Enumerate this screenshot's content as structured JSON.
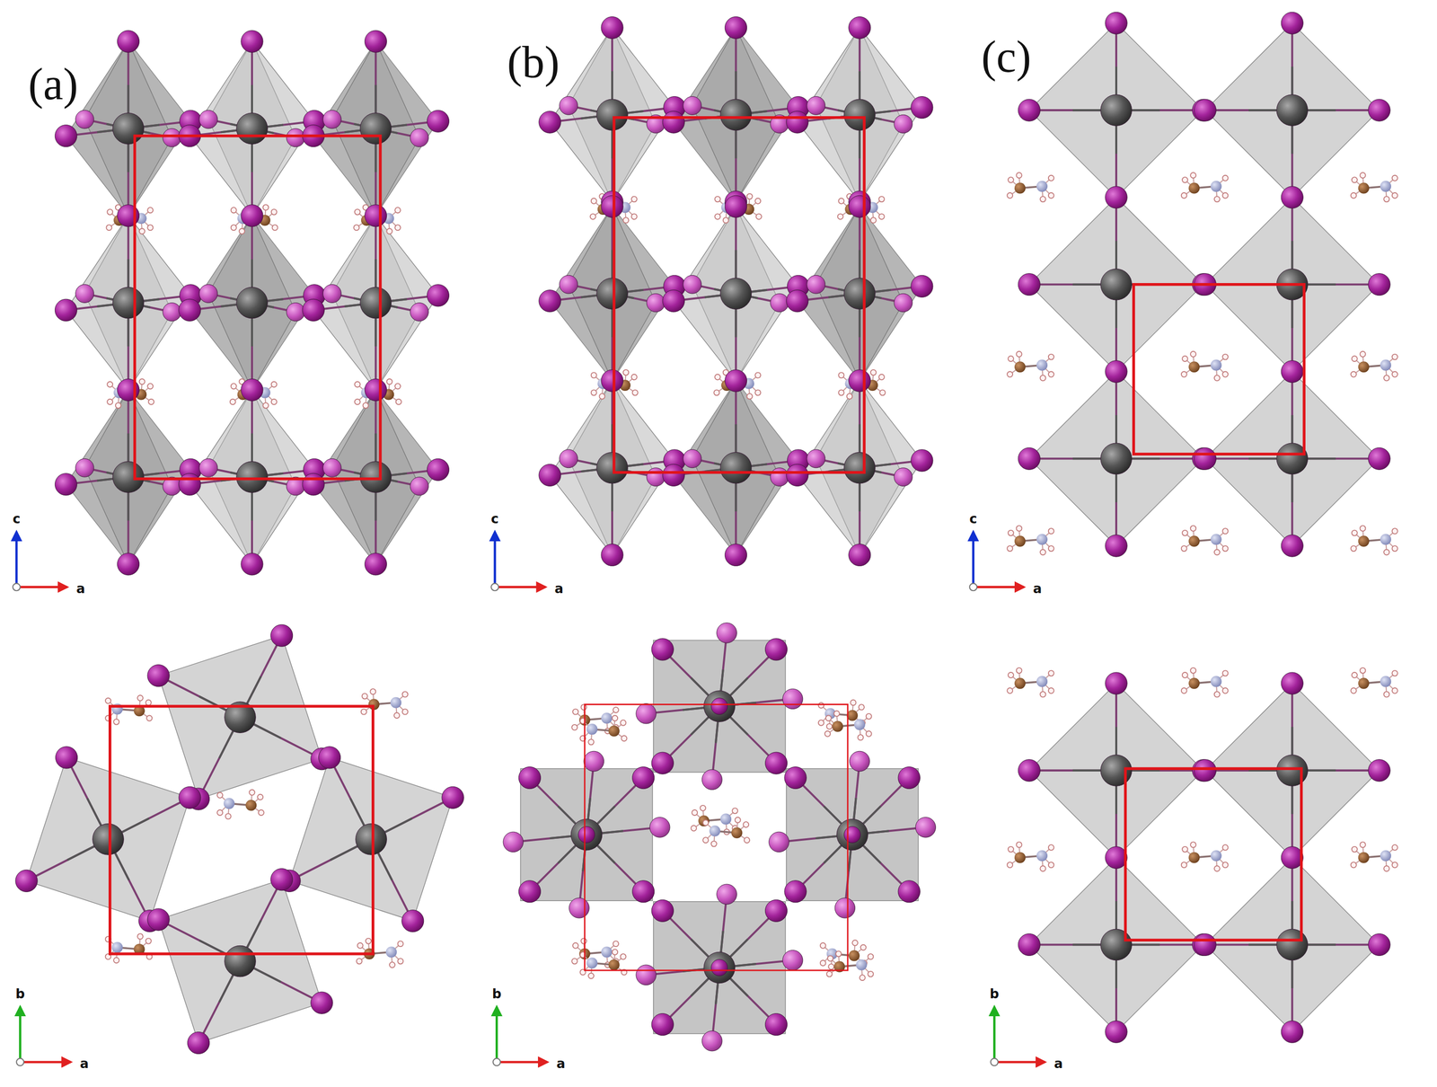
{
  "diagram": {
    "labels": [
      "(a)",
      "(b)",
      "(c)",
      "c",
      "a",
      "c",
      "a",
      "c",
      "a",
      "b",
      "a",
      "b",
      "a",
      "b",
      "a"
    ]
  }
}
